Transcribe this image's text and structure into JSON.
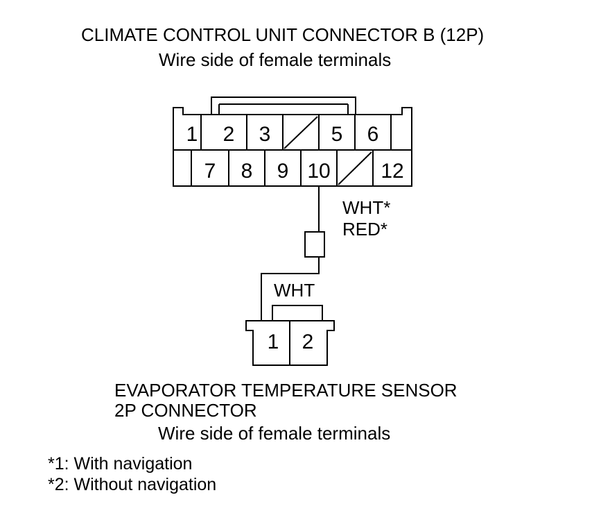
{
  "connector_b": {
    "title": "CLIMATE CONTROL UNIT CONNECTOR B (12P)",
    "subtitle": "Wire side of female terminals",
    "pins_row1": [
      "1",
      "2",
      "3",
      "",
      "5",
      "6",
      ""
    ],
    "pins_row2": [
      "",
      "7",
      "8",
      "9",
      "10",
      "",
      "12"
    ]
  },
  "wire_upper": {
    "label_1": "WHT*",
    "label_2": "RED*"
  },
  "wire_lower": {
    "label": "WHT"
  },
  "sensor": {
    "title_line1": "EVAPORATOR TEMPERATURE SENSOR",
    "title_line2": "2P CONNECTOR",
    "subtitle": "Wire side of female terminals",
    "pins": [
      "1",
      "2"
    ]
  },
  "footnotes": {
    "note_1": "*1: With navigation",
    "note_2": "*2: Without navigation"
  }
}
